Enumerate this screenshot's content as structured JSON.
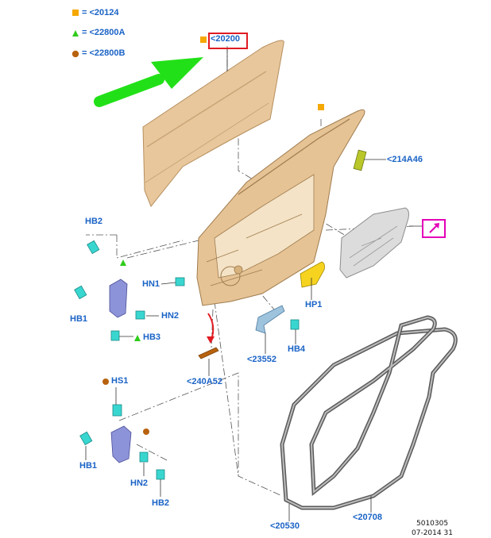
{
  "legend": [
    {
      "symbol": "square",
      "text": "= <20124",
      "color": "#f5a800"
    },
    {
      "symbol": "triangle",
      "text": "= <22800A",
      "color": "#2ecc1a"
    },
    {
      "symbol": "circle",
      "text": "= <22800B",
      "color": "#b8620f"
    }
  ],
  "callouts": {
    "door_panel": "<20200",
    "bracket_top": "<214A46",
    "hinge_upper_bolt_top": "HB2",
    "hinge_upper_bolt_left": "HB1",
    "hinge_upper_nut_front": "HN1",
    "hinge_upper_nut_low": "HN2",
    "hinge_upper_bolt_bottom": "HB3",
    "latch_plug": "HP1",
    "check_arm": "<23552",
    "check_bolt": "HB4",
    "sill_reinforcement": "<240A52",
    "hinge_lower_screw": "HS1",
    "hinge_lower_bolt_left": "HB1",
    "hinge_lower_nut": "HN2",
    "hinge_lower_bolt_bottom": "HB2",
    "weatherstrip_inner": "<20530",
    "weatherstrip_outer": "<20708"
  },
  "footer": {
    "ref_number": "5010305",
    "date_code": "07-2014 31"
  },
  "colors": {
    "callout_text": "#1a63c6",
    "door_tan": "#e8c79c",
    "hinge_blue": "#8d93d8",
    "bolt_cyan": "#39d6d0",
    "highlight_red": "#e11b22",
    "magnify_pink": "#e400b8",
    "arrow_green": "#22e018"
  },
  "icons": {
    "magnify": "arrow-up-right-icon",
    "pointer": "green-arrow-icon"
  }
}
